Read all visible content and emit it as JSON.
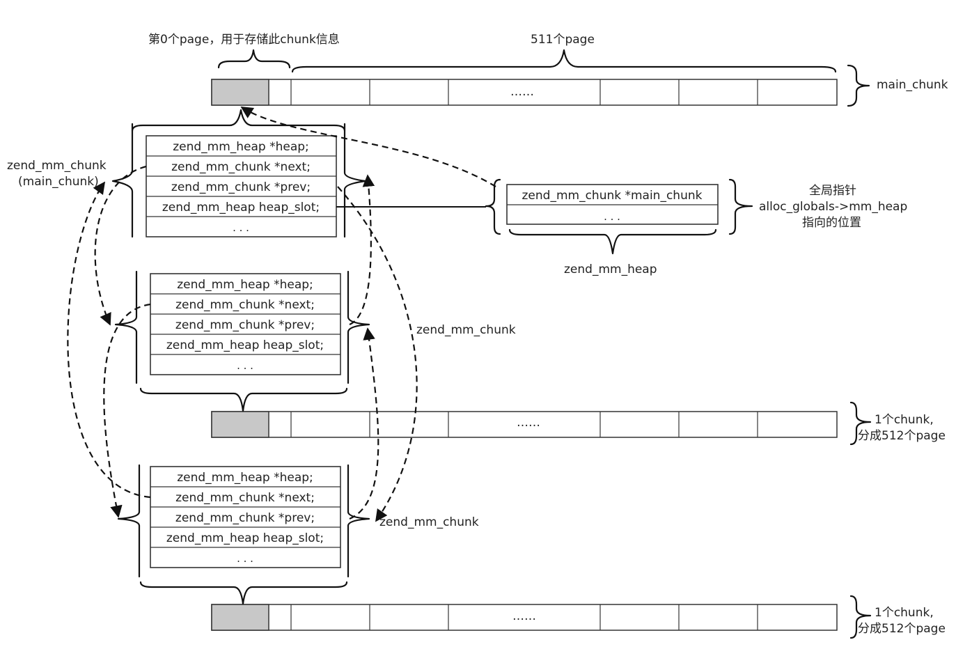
{
  "top_labels": {
    "page0": "第0个page，用于存储此chunk信息",
    "pages511": "511个page"
  },
  "strip_labels": {
    "main": "main_chunk",
    "chunk_line1": "1个chunk,",
    "chunk_line2": "分成512个page"
  },
  "strip_dots": "……",
  "chunk_struct_label": {
    "line1": "zend_mm_chunk",
    "line2": "(main_chunk)"
  },
  "chunk_fields": [
    "zend_mm_heap *heap;",
    "zend_mm_chunk *next;",
    "zend_mm_chunk *prev;",
    "zend_mm_heap heap_slot;",
    ". . ."
  ],
  "heap_fields": [
    "zend_mm_chunk *main_chunk",
    ". . ."
  ],
  "heap_label": "zend_mm_heap",
  "global_label": {
    "line1": "全局指针",
    "line2": "alloc_globals->mm_heap",
    "line3": "指向的位置"
  },
  "chunk_pointer_labels": {
    "middle": "zend_mm_chunk",
    "bottom": "zend_mm_chunk"
  }
}
